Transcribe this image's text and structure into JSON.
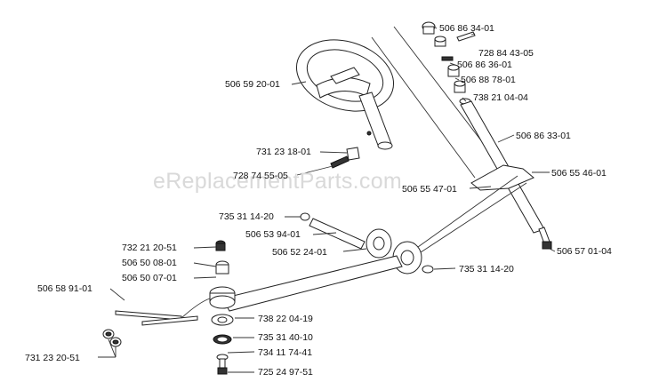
{
  "watermark": "eReplacementParts.com",
  "labels": [
    {
      "key": "l1",
      "text": "506 86 34-01"
    },
    {
      "key": "l2",
      "text": "728 84 43-05"
    },
    {
      "key": "l3",
      "text": "506 86 36-01"
    },
    {
      "key": "l4",
      "text": "506 88 78-01"
    },
    {
      "key": "l5",
      "text": "738 21 04-04"
    },
    {
      "key": "l6",
      "text": "506 59 20-01"
    },
    {
      "key": "l7",
      "text": "506 86 33-01"
    },
    {
      "key": "l8",
      "text": "731 23 18-01"
    },
    {
      "key": "l9",
      "text": "728 74 55-05"
    },
    {
      "key": "l10",
      "text": "506 55 46-01"
    },
    {
      "key": "l11",
      "text": "506 55 47-01"
    },
    {
      "key": "l12",
      "text": "735 31 14-20"
    },
    {
      "key": "l13",
      "text": "506 53 94-01"
    },
    {
      "key": "l14",
      "text": "732 21 20-51"
    },
    {
      "key": "l15",
      "text": "506 52 24-01"
    },
    {
      "key": "l16",
      "text": "506 57 01-04"
    },
    {
      "key": "l17",
      "text": "506 50 08-01"
    },
    {
      "key": "l18",
      "text": "735 31 14-20"
    },
    {
      "key": "l19",
      "text": "506 50 07-01"
    },
    {
      "key": "l20",
      "text": "506 58 91-01"
    },
    {
      "key": "l21",
      "text": "738 22 04-19"
    },
    {
      "key": "l22",
      "text": "735 31 40-10"
    },
    {
      "key": "l23",
      "text": "734 11 74-41"
    },
    {
      "key": "l24",
      "text": "731 23 20-51"
    },
    {
      "key": "l25",
      "text": "725 24 97-51"
    }
  ]
}
